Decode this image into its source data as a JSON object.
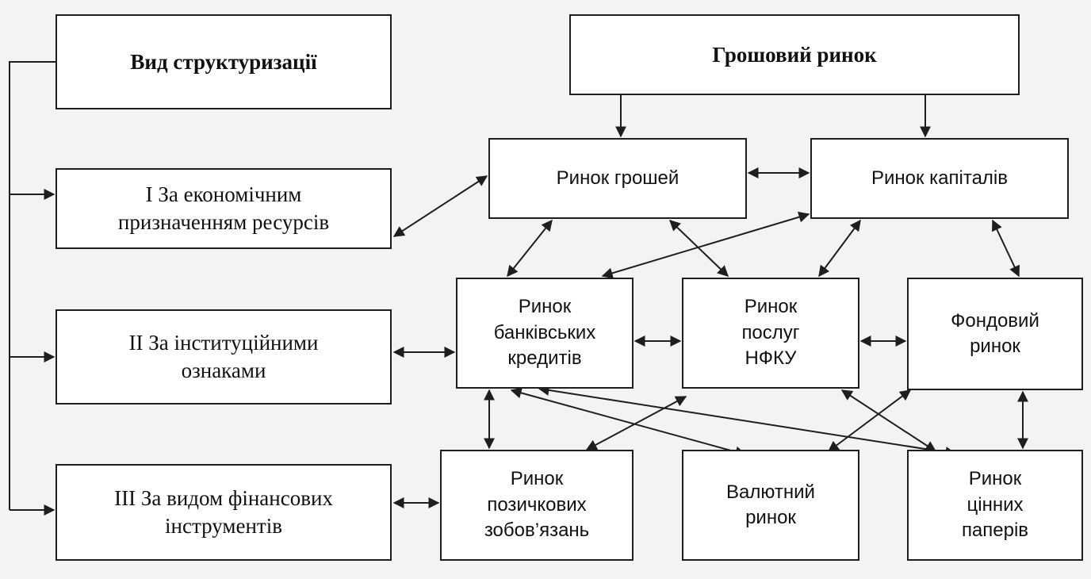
{
  "diagram": {
    "structuring_type": "Вид структуризації",
    "money_market": "Грошовий ринок",
    "criteria": {
      "economic": "І За економічним\nпризначенням ресурсів",
      "institutional": "ІІ За інституційними\nознаками",
      "instruments": "ІІІ За видом фінансових\nінструментів"
    },
    "markets": {
      "money": "Ринок грошей",
      "capital": "Ринок капіталів",
      "bank_credit": "Ринок\nбанківських\nкредитів",
      "nfku": "Ринок\nпослуг\nНФКУ",
      "stock": "Фондовий\nринок",
      "loan": "Ринок\nпозичкових\nзобов’язань",
      "fx": "Валютний\nринок",
      "securities": "Ринок\nцінних\nпаперів"
    },
    "colors": {
      "line": "#1e1e1e",
      "box_fill": "#ffffff",
      "background": "#f3f3f1"
    }
  }
}
